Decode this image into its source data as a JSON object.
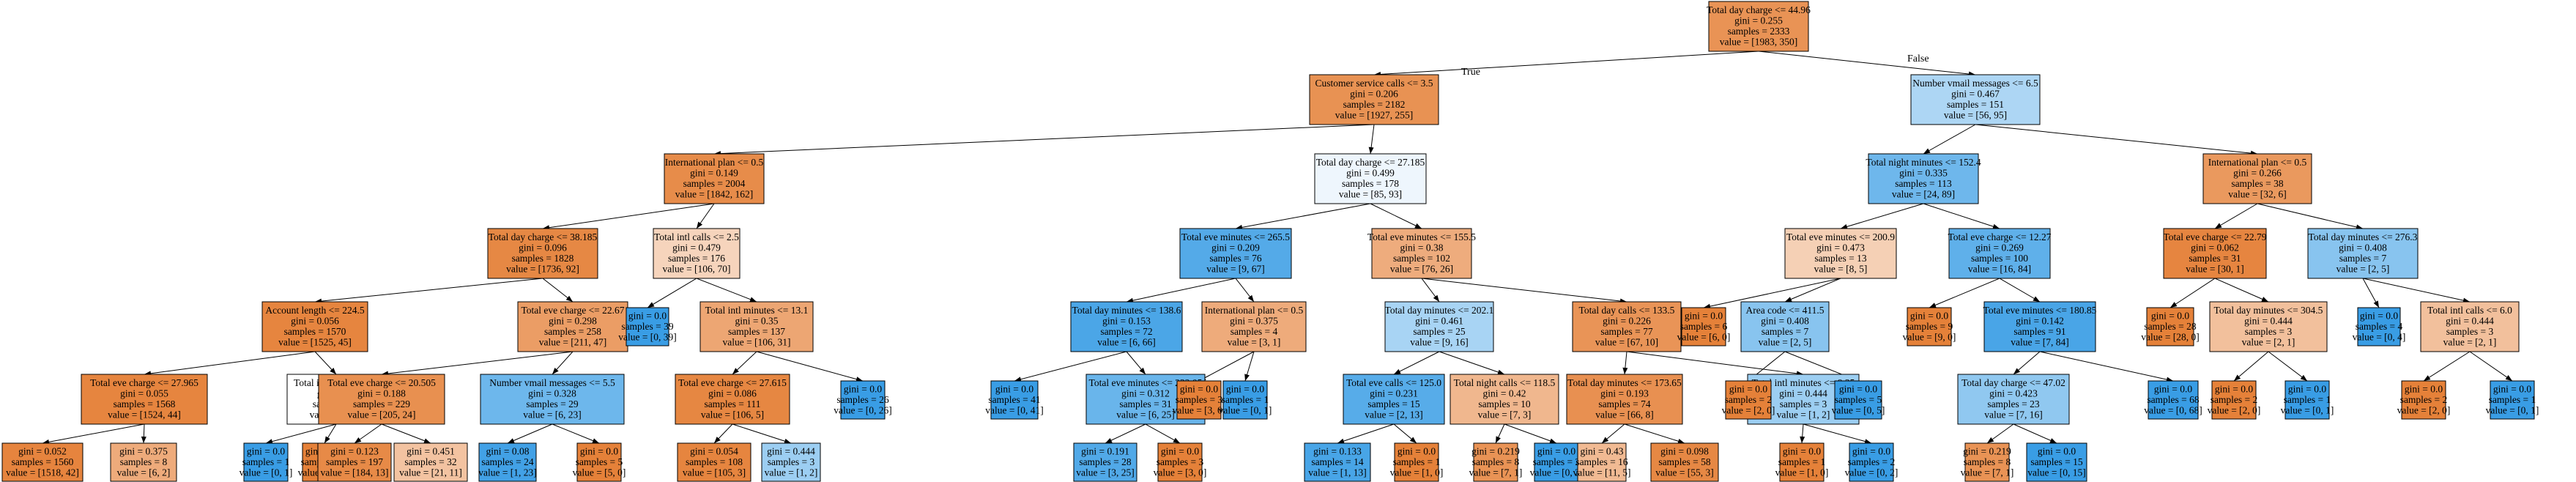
{
  "edge_labels": {
    "true": "True",
    "false": "False"
  },
  "class_colors": {
    "class_0": "#e58139",
    "class_1": "#399de5"
  },
  "nodes": [
    {
      "id": 0,
      "lines": [
        "Total day charge <= 44.96",
        "gini = 0.255",
        "samples = 2333",
        "value = [1983, 350]"
      ],
      "color": "#e99355"
    },
    {
      "id": 1,
      "lines": [
        "Customer service calls <= 3.5",
        "gini = 0.206",
        "samples = 2182",
        "value = [1927, 255]"
      ],
      "color": "#e89253"
    },
    {
      "id": 2,
      "lines": [
        "Number vmail messages <= 6.5",
        "gini = 0.467",
        "samples = 151",
        "value = [56, 95]"
      ],
      "color": "#add6f4"
    },
    {
      "id": 3,
      "lines": [
        "International plan <= 0.5",
        "gini = 0.149",
        "samples = 2004",
        "value = [1842, 162]"
      ],
      "color": "#e78c4a"
    },
    {
      "id": 4,
      "lines": [
        "Total day charge <= 27.185",
        "gini = 0.499",
        "samples = 178",
        "value = [85, 93]"
      ],
      "color": "#eef6fd"
    },
    {
      "id": 5,
      "lines": [
        "Total night minutes <= 152.4",
        "gini = 0.335",
        "samples = 113",
        "value = [24, 89]"
      ],
      "color": "#6eb7ec"
    },
    {
      "id": 6,
      "lines": [
        "International plan <= 0.5",
        "gini = 0.266",
        "samples = 38",
        "value = [32, 6]"
      ],
      "color": "#ea995e"
    },
    {
      "id": 7,
      "lines": [
        "Total day charge <= 38.185",
        "gini = 0.096",
        "samples = 1828",
        "value = [1736, 92]"
      ],
      "color": "#e68844"
    },
    {
      "id": 8,
      "lines": [
        "Total intl calls <= 2.5",
        "gini = 0.479",
        "samples = 176",
        "value = [106, 70]"
      ],
      "color": "#f6d4bc"
    },
    {
      "id": 9,
      "lines": [
        "Total eve minutes <= 265.5",
        "gini = 0.209",
        "samples = 76",
        "value = [9, 67]"
      ],
      "color": "#54aae8"
    },
    {
      "id": 10,
      "lines": [
        "Total eve minutes <= 155.5",
        "gini = 0.38",
        "samples = 102",
        "value = [76, 26]"
      ],
      "color": "#eeac7d"
    },
    {
      "id": 11,
      "lines": [
        "Total eve minutes <= 200.9",
        "gini = 0.473",
        "samples = 13",
        "value = [8, 5]"
      ],
      "color": "#f5d0b5"
    },
    {
      "id": 12,
      "lines": [
        "Total eve charge <= 12.27",
        "gini = 0.269",
        "samples = 100",
        "value = [16, 84]"
      ],
      "color": "#5fb0ea"
    },
    {
      "id": 13,
      "lines": [
        "Total eve charge <= 22.79",
        "gini = 0.062",
        "samples = 31",
        "value = [30, 1]"
      ],
      "color": "#e68540"
    },
    {
      "id": 14,
      "lines": [
        "Total day minutes <= 276.3",
        "gini = 0.408",
        "samples = 7",
        "value = [2, 5]"
      ],
      "color": "#88c4ef"
    },
    {
      "id": 15,
      "lines": [
        "Account length <= 224.5",
        "gini = 0.056",
        "samples = 1570",
        "value = [1525, 45]"
      ],
      "color": "#e6853f"
    },
    {
      "id": 16,
      "lines": [
        "Total eve charge <= 22.67",
        "gini = 0.298",
        "samples = 258",
        "value = [211, 47]"
      ],
      "color": "#eb9d65"
    },
    {
      "id": 17,
      "lines": [
        "gini = 0.0",
        "samples = 39",
        "value = [0, 39]"
      ],
      "color": "#399de5"
    },
    {
      "id": 18,
      "lines": [
        "Total intl minutes <= 13.1",
        "gini = 0.35",
        "samples = 137",
        "value = [106, 31]"
      ],
      "color": "#eda673"
    },
    {
      "id": 19,
      "lines": [
        "Total day minutes <= 138.6",
        "gini = 0.153",
        "samples = 72",
        "value = [6, 66]"
      ],
      "color": "#4ba6e7"
    },
    {
      "id": 20,
      "lines": [
        "International plan <= 0.5",
        "gini = 0.375",
        "samples = 4",
        "value = [3, 1]"
      ],
      "color": "#eeab7b"
    },
    {
      "id": 21,
      "lines": [
        "Total day minutes <= 202.1",
        "gini = 0.461",
        "samples = 25",
        "value = [9, 16]"
      ],
      "color": "#a8d4f4"
    },
    {
      "id": 22,
      "lines": [
        "Total day calls <= 133.5",
        "gini = 0.226",
        "samples = 77",
        "value = [67, 10]"
      ],
      "color": "#e99457"
    },
    {
      "id": 23,
      "lines": [
        "gini = 0.0",
        "samples = 6",
        "value = [6, 0]"
      ],
      "color": "#e58139"
    },
    {
      "id": 24,
      "lines": [
        "Area code <= 411.5",
        "gini = 0.408",
        "samples = 7",
        "value = [2, 5]"
      ],
      "color": "#88c4ef"
    },
    {
      "id": 25,
      "lines": [
        "gini = 0.0",
        "samples = 9",
        "value = [9, 0]"
      ],
      "color": "#e58139"
    },
    {
      "id": 26,
      "lines": [
        "Total eve minutes <= 180.85",
        "gini = 0.142",
        "samples = 91",
        "value = [7, 84]"
      ],
      "color": "#49a5e7"
    },
    {
      "id": 27,
      "lines": [
        "gini = 0.0",
        "samples = 28",
        "value = [28, 0]"
      ],
      "color": "#e58139"
    },
    {
      "id": 28,
      "lines": [
        "Total day minutes <= 304.5",
        "gini = 0.444",
        "samples = 3",
        "value = [2, 1]"
      ],
      "color": "#f2c09c"
    },
    {
      "id": 29,
      "lines": [
        "gini = 0.0",
        "samples = 4",
        "value = [0, 4]"
      ],
      "color": "#399de5"
    },
    {
      "id": 30,
      "lines": [
        "Total intl calls <= 6.0",
        "gini = 0.444",
        "samples = 3",
        "value = [2, 1]"
      ],
      "color": "#f2c09c"
    },
    {
      "id": 31,
      "lines": [
        "Total eve charge <= 27.965",
        "gini = 0.055",
        "samples = 1568",
        "value = [1524, 44]"
      ],
      "color": "#e6853f"
    },
    {
      "id": 32,
      "lines": [
        "Total intl calls <= 4.5",
        "gini = 0.5",
        "samples = 2",
        "value = [1, 1]"
      ],
      "color": "#ffffff"
    },
    {
      "id": 33,
      "lines": [
        "Total eve charge <= 20.505",
        "gini = 0.188",
        "samples = 229",
        "value = [205, 24]"
      ],
      "color": "#e89050"
    },
    {
      "id": 34,
      "lines": [
        "Number vmail messages <= 5.5",
        "gini = 0.328",
        "samples = 29",
        "value = [6, 23]"
      ],
      "color": "#6db7ec"
    },
    {
      "id": 35,
      "lines": [
        "Total eve charge <= 27.615",
        "gini = 0.086",
        "samples = 111",
        "value = [106, 5]"
      ],
      "color": "#e68742"
    },
    {
      "id": 36,
      "lines": [
        "gini = 0.0",
        "samples = 26",
        "value = [0, 26]"
      ],
      "color": "#399de5"
    },
    {
      "id": 37,
      "lines": [
        "gini = 0.0",
        "samples = 41",
        "value = [0, 41]"
      ],
      "color": "#399de5"
    },
    {
      "id": 38,
      "lines": [
        "Total eve minutes <= 232.05",
        "gini = 0.312",
        "samples = 31",
        "value = [6, 25]"
      ],
      "color": "#69b5eb"
    },
    {
      "id": 39,
      "lines": [
        "gini = 0.0",
        "samples = 3",
        "value = [3, 0]"
      ],
      "color": "#e58139"
    },
    {
      "id": 40,
      "lines": [
        "gini = 0.0",
        "samples = 1",
        "value = [0, 1]"
      ],
      "color": "#399de5"
    },
    {
      "id": 41,
      "lines": [
        "Total eve calls <= 125.0",
        "gini = 0.231",
        "samples = 15",
        "value = [2, 13]"
      ],
      "color": "#57ace9"
    },
    {
      "id": 42,
      "lines": [
        "Total night calls <= 118.5",
        "gini = 0.42",
        "samples = 10",
        "value = [7, 3]"
      ],
      "color": "#f0b78e"
    },
    {
      "id": 43,
      "lines": [
        "Total day minutes <= 173.65",
        "gini = 0.193",
        "samples = 74",
        "value = [66, 8]"
      ],
      "color": "#e89051"
    },
    {
      "id": 44,
      "lines": [
        "Total intl minutes <= 8.35",
        "gini = 0.444",
        "samples = 3",
        "value = [1, 2]"
      ],
      "color": "#9ccef2"
    },
    {
      "id": 45,
      "lines": [
        "gini = 0.0",
        "samples = 2",
        "value = [2, 0]"
      ],
      "color": "#e58139"
    },
    {
      "id": 46,
      "lines": [
        "gini = 0.0",
        "samples = 5",
        "value = [0, 5]"
      ],
      "color": "#399de5"
    },
    {
      "id": 47,
      "lines": [
        "Total day charge <= 47.02",
        "gini = 0.423",
        "samples = 23",
        "value = [7, 16]"
      ],
      "color": "#90c8f0"
    },
    {
      "id": 48,
      "lines": [
        "gini = 0.0",
        "samples = 68",
        "value = [0, 68]"
      ],
      "color": "#399de5"
    },
    {
      "id": 49,
      "lines": [
        "gini = 0.0",
        "samples = 2",
        "value = [2, 0]"
      ],
      "color": "#e58139"
    },
    {
      "id": 50,
      "lines": [
        "gini = 0.0",
        "samples = 1",
        "value = [0, 1]"
      ],
      "color": "#399de5"
    },
    {
      "id": 51,
      "lines": [
        "gini = 0.0",
        "samples = 2",
        "value = [2, 0]"
      ],
      "color": "#e58139"
    },
    {
      "id": 52,
      "lines": [
        "gini = 0.0",
        "samples = 1",
        "value = [0, 1]"
      ],
      "color": "#399de5"
    },
    {
      "id": 53,
      "lines": [
        "gini = 0.052",
        "samples = 1560",
        "value = [1518, 42]"
      ],
      "color": "#e6843e"
    },
    {
      "id": 54,
      "lines": [
        "gini = 0.375",
        "samples = 8",
        "value = [6, 2]"
      ],
      "color": "#eeab7b"
    },
    {
      "id": 55,
      "lines": [
        "gini = 0.0",
        "samples = 1",
        "value = [0, 1]"
      ],
      "color": "#399de5"
    },
    {
      "id": 56,
      "lines": [
        "gini = 0.0",
        "samples = 1",
        "value = [1, 0]"
      ],
      "color": "#e58139"
    },
    {
      "id": 57,
      "lines": [
        "gini = 0.123",
        "samples = 197",
        "value = [184, 13]"
      ],
      "color": "#e78a47"
    },
    {
      "id": 58,
      "lines": [
        "gini = 0.451",
        "samples = 32",
        "value = [21, 11]"
      ],
      "color": "#f3c3a1"
    },
    {
      "id": 59,
      "lines": [
        "gini = 0.08",
        "samples = 24",
        "value = [1, 23]"
      ],
      "color": "#42a1e6"
    },
    {
      "id": 60,
      "lines": [
        "gini = 0.0",
        "samples = 5",
        "value = [5, 0]"
      ],
      "color": "#e58139"
    },
    {
      "id": 61,
      "lines": [
        "gini = 0.054",
        "samples = 108",
        "value = [105, 3]"
      ],
      "color": "#e6853f"
    },
    {
      "id": 62,
      "lines": [
        "gini = 0.444",
        "samples = 3",
        "value = [1, 2]"
      ],
      "color": "#9ccef2"
    },
    {
      "id": 63,
      "lines": [
        "gini = 0.191",
        "samples = 28",
        "value = [3, 25]"
      ],
      "color": "#51a9e8"
    },
    {
      "id": 64,
      "lines": [
        "gini = 0.0",
        "samples = 3",
        "value = [3, 0]"
      ],
      "color": "#e58139"
    },
    {
      "id": 65,
      "lines": [
        "gini = 0.133",
        "samples = 14",
        "value = [1, 13]"
      ],
      "color": "#48a5e7"
    },
    {
      "id": 66,
      "lines": [
        "gini = 0.0",
        "samples = 1",
        "value = [1, 0]"
      ],
      "color": "#e58139"
    },
    {
      "id": 67,
      "lines": [
        "gini = 0.219",
        "samples = 8",
        "value = [7, 1]"
      ],
      "color": "#e99355"
    },
    {
      "id": 68,
      "lines": [
        "gini = 0.0",
        "samples = 2",
        "value = [0, 2]"
      ],
      "color": "#399de5"
    },
    {
      "id": 69,
      "lines": [
        "gini = 0.43",
        "samples = 16",
        "value = [11, 5]"
      ],
      "color": "#f1ba93"
    },
    {
      "id": 70,
      "lines": [
        "gini = 0.098",
        "samples = 58",
        "value = [55, 3]"
      ],
      "color": "#e68844"
    },
    {
      "id": 71,
      "lines": [
        "gini = 0.0",
        "samples = 1",
        "value = [1, 0]"
      ],
      "color": "#e58139"
    },
    {
      "id": 72,
      "lines": [
        "gini = 0.0",
        "samples = 2",
        "value = [0, 2]"
      ],
      "color": "#399de5"
    },
    {
      "id": 73,
      "lines": [
        "gini = 0.219",
        "samples = 8",
        "value = [7, 1]"
      ],
      "color": "#e99355"
    },
    {
      "id": 74,
      "lines": [
        "gini = 0.0",
        "samples = 15",
        "value = [0, 15]"
      ],
      "color": "#399de5"
    }
  ],
  "edges": [
    [
      0,
      1
    ],
    [
      0,
      2
    ],
    [
      1,
      3
    ],
    [
      1,
      4
    ],
    [
      2,
      5
    ],
    [
      2,
      6
    ],
    [
      3,
      7
    ],
    [
      3,
      8
    ],
    [
      4,
      9
    ],
    [
      4,
      10
    ],
    [
      5,
      11
    ],
    [
      5,
      12
    ],
    [
      6,
      13
    ],
    [
      6,
      14
    ],
    [
      7,
      15
    ],
    [
      7,
      16
    ],
    [
      8,
      17
    ],
    [
      8,
      18
    ],
    [
      9,
      19
    ],
    [
      9,
      20
    ],
    [
      10,
      21
    ],
    [
      10,
      22
    ],
    [
      11,
      23
    ],
    [
      11,
      24
    ],
    [
      12,
      25
    ],
    [
      12,
      26
    ],
    [
      13,
      27
    ],
    [
      13,
      28
    ],
    [
      14,
      29
    ],
    [
      14,
      30
    ],
    [
      15,
      31
    ],
    [
      15,
      32
    ],
    [
      16,
      33
    ],
    [
      16,
      34
    ],
    [
      18,
      35
    ],
    [
      18,
      36
    ],
    [
      19,
      37
    ],
    [
      19,
      38
    ],
    [
      20,
      39
    ],
    [
      20,
      40
    ],
    [
      21,
      41
    ],
    [
      21,
      42
    ],
    [
      22,
      43
    ],
    [
      22,
      44
    ],
    [
      24,
      45
    ],
    [
      24,
      46
    ],
    [
      26,
      47
    ],
    [
      26,
      48
    ],
    [
      28,
      49
    ],
    [
      28,
      50
    ],
    [
      30,
      51
    ],
    [
      30,
      52
    ],
    [
      31,
      53
    ],
    [
      31,
      54
    ],
    [
      32,
      55
    ],
    [
      32,
      56
    ],
    [
      33,
      57
    ],
    [
      33,
      58
    ],
    [
      34,
      59
    ],
    [
      34,
      60
    ],
    [
      35,
      61
    ],
    [
      35,
      62
    ],
    [
      38,
      63
    ],
    [
      38,
      64
    ],
    [
      41,
      65
    ],
    [
      41,
      66
    ],
    [
      42,
      67
    ],
    [
      42,
      68
    ],
    [
      43,
      69
    ],
    [
      43,
      70
    ],
    [
      44,
      71
    ],
    [
      44,
      72
    ],
    [
      47,
      73
    ],
    [
      47,
      74
    ]
  ]
}
